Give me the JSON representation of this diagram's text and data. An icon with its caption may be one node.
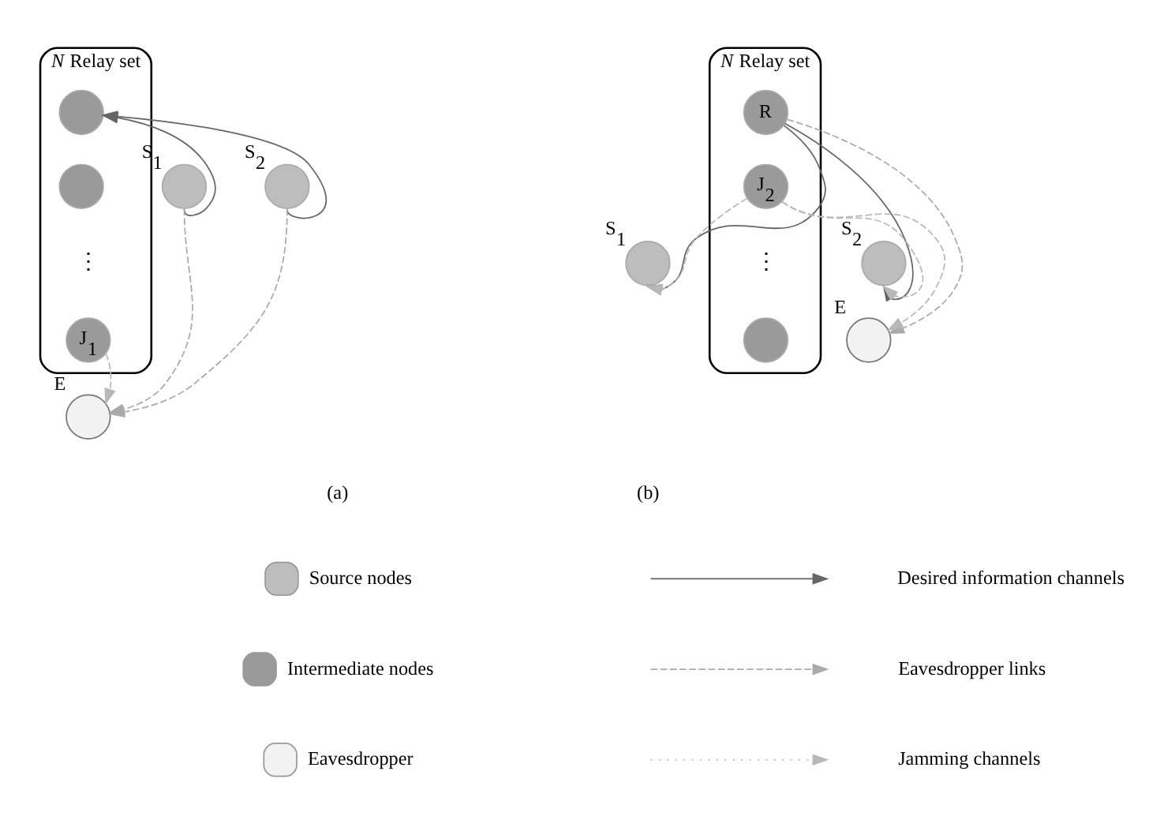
{
  "diagram": {
    "nodes": [
      {
        "text": [
          "*N* Relay set"
        ]
      },
      {
        "text": [],
        "shape": "circle",
        "in": 0
      },
      {
        "text": [],
        "shape": "circle",
        "in": 0
      },
      {
        "text": [
          "J$_{1}$"
        ],
        "in": 0
      },
      {
        "text": [],
        "shape": "circle",
        "beside": [
          "S$_{1}$"
        ]
      },
      {
        "text": [],
        "shape": "circle",
        "beside": [
          "S$_{2}$"
        ]
      },
      {
        "text": [],
        "shape": "circle",
        "beside": [
          "E"
        ]
      },
      {
        "text": [
          "*N* Relay set"
        ]
      },
      {
        "text": [
          "R"
        ],
        "in": 7
      },
      {
        "text": [
          "J$_{2}$"
        ],
        "in": 7
      },
      {
        "text": [],
        "shape": "circle",
        "in": 7
      },
      {
        "text": [],
        "shape": "circle",
        "beside": [
          "S$_{1}$"
        ]
      },
      {
        "text": [],
        "shape": "circle",
        "beside": [
          "S$_{2}$"
        ]
      },
      {
        "text": [],
        "shape": "circle",
        "beside": [
          "E"
        ]
      }
    ],
    "edges": [
      {
        "from": 4,
        "to": 1,
        "arrow": "to"
      },
      {
        "from": 5,
        "to": 1,
        "arrow": "to"
      },
      {
        "from": 4,
        "to": 6,
        "arrow": "to",
        "style": "dashed",
        "color": "#aaaaaa"
      },
      {
        "from": 5,
        "to": 6,
        "arrow": "to",
        "style": "dashed",
        "color": "#aaaaaa"
      },
      {
        "from": 3,
        "to": 6,
        "arrow": "to",
        "style": "dashed",
        "color": "#b8b8b8"
      },
      {
        "from": 8,
        "to": 11,
        "arrow": "to"
      },
      {
        "from": 8,
        "to": 12,
        "arrow": "to"
      },
      {
        "from": 9,
        "to": 11,
        "arrow": "to",
        "style": "dashed",
        "color": "#b8b8b8"
      },
      {
        "from": 9,
        "to": 12,
        "arrow": "to",
        "style": "dashed",
        "color": "#b8b8b8"
      },
      {
        "from": 8,
        "to": 13,
        "arrow": "to",
        "style": "dashed",
        "color": "#aaaaaa"
      },
      {
        "from": 9,
        "to": 13,
        "arrow": "to",
        "style": "dashed",
        "color": "#b8b8b8"
      }
    ],
    "labels": [
      "⋮",
      "⋮",
      "(a)",
      "(b)"
    ],
    "legend": [
      {
        "text": "Source nodes",
        "color": "#bdbdbd"
      },
      {
        "text": "Intermediate nodes",
        "color": "#9a9a9a"
      },
      {
        "text": "Eavesdropper",
        "color": "#f2f2f2"
      },
      {
        "text": "Desired information channels"
      },
      {
        "text": "Eavesdropper links"
      },
      {
        "text": "Jamming channels"
      }
    ]
  }
}
